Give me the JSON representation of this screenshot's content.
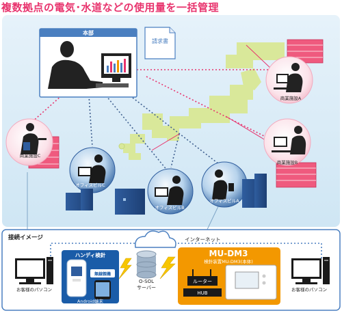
{
  "title": "複数拠点の電気･水道などの使用量を一括管理",
  "hq": {
    "label": "本部"
  },
  "invoice": {
    "label": "請求書"
  },
  "sites": {
    "commercial_a": "商業施設A",
    "commercial_b": "商業施設B",
    "commercial_c": "商業施設C",
    "office_a": "オフィスビルA",
    "office_b": "オフィスビルB",
    "office_c": "オフィスビルC"
  },
  "connection": {
    "heading": "接続イメージ",
    "internet": "インターネット",
    "pc_left": "お客様のパソコン",
    "pc_right": "お客様のパソコン",
    "server_line1": "O-SOL",
    "server_line2": "サーバー",
    "handy_title": "ハンディ検針",
    "handy_app": "無線親機",
    "handy_android": "Android端末",
    "mu_title": "MU-DM3",
    "mu_sub": "検針装置MU-DM3(本体)",
    "router": "ルーター",
    "hub": "HUB"
  },
  "colors": {
    "title": "#e8336d",
    "map": "#d9e89a",
    "pink": "#e8336d",
    "orange": "#f39800",
    "navy": "#1f3b6e",
    "sky": "#c9e3f3"
  }
}
